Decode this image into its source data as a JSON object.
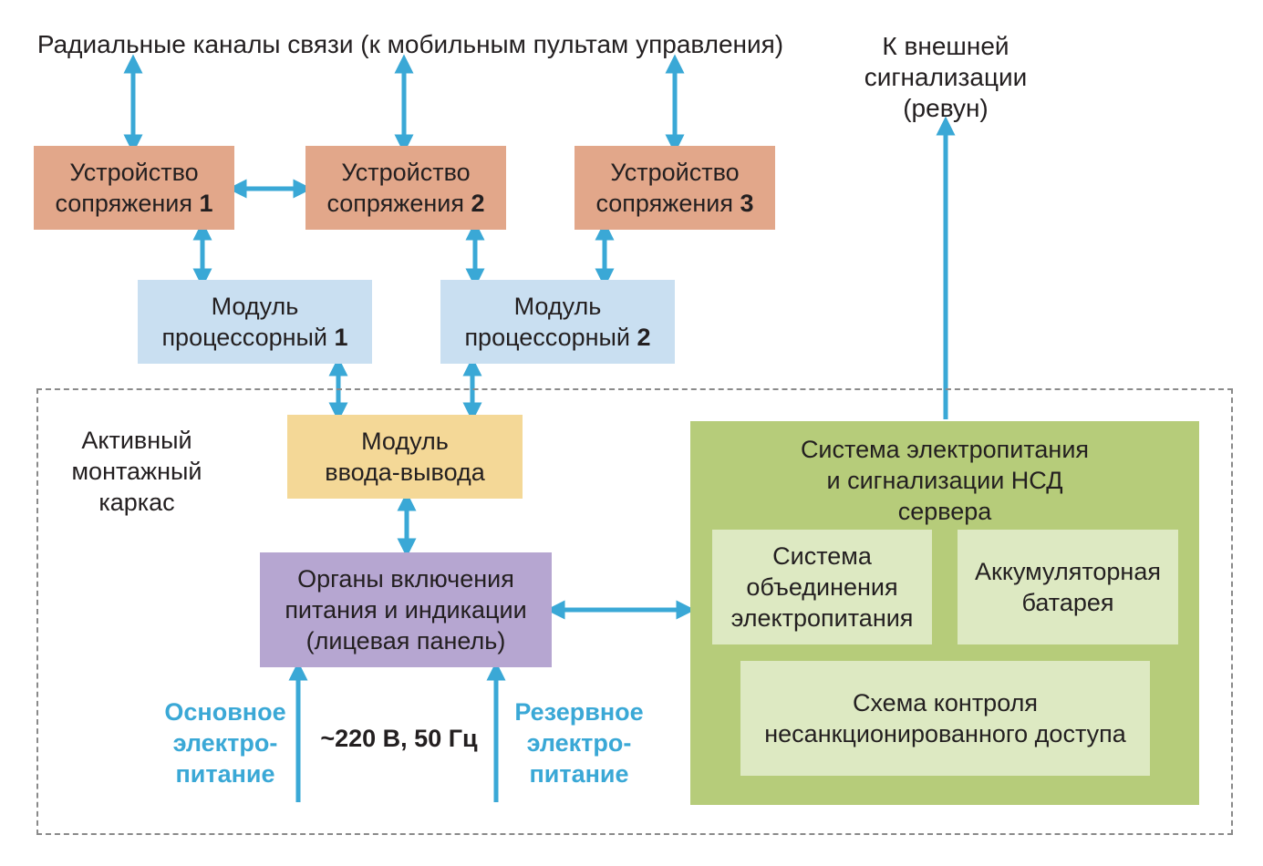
{
  "header": {
    "radial_channels": "Радиальные каналы связи (к мобильным пультам управления)",
    "external_signal": [
      "К внешней",
      "сигнализации",
      "(ревун)"
    ]
  },
  "interface_devices": [
    {
      "line1": "Устройство",
      "line2": "сопряжения",
      "num": "1"
    },
    {
      "line1": "Устройство",
      "line2": "сопряжения",
      "num": "2"
    },
    {
      "line1": "Устройство",
      "line2": "сопряжения",
      "num": "3"
    }
  ],
  "processor_modules": [
    {
      "line1": "Модуль",
      "line2": "процессорный",
      "num": "1"
    },
    {
      "line1": "Модуль",
      "line2": "процессорный",
      "num": "2"
    }
  ],
  "frame_label": [
    "Активный",
    "монтажный",
    "каркас"
  ],
  "io_module": [
    "Модуль",
    "ввода-вывода"
  ],
  "front_panel": [
    "Органы включения",
    "питания и индикации",
    "(лицевая панель)"
  ],
  "power_system": {
    "title": [
      "Система электропитания",
      "и сигнализации НСД",
      "сервера"
    ],
    "combine": [
      "Система",
      "объединения",
      "электропитания"
    ],
    "battery": [
      "Аккумуляторная",
      "батарея"
    ],
    "nsd": [
      "Схема контроля",
      "несанкционированного доступа"
    ]
  },
  "power_inputs": {
    "main": [
      "Основное",
      "электро-",
      "питание"
    ],
    "voltage": "~220 В, 50 Гц",
    "reserve": [
      "Резервное",
      "электро-",
      "питание"
    ]
  },
  "colors": {
    "arrow": "#3aa8d6",
    "interface_box": "#e2a78a",
    "processor_box": "#c9dff1",
    "io_box": "#f4d897",
    "panel_box": "#b6a6d1",
    "power_system_box": "#b6cc7a",
    "sub_box": "#dde9c2",
    "frame_border": "#8a8a8a"
  }
}
